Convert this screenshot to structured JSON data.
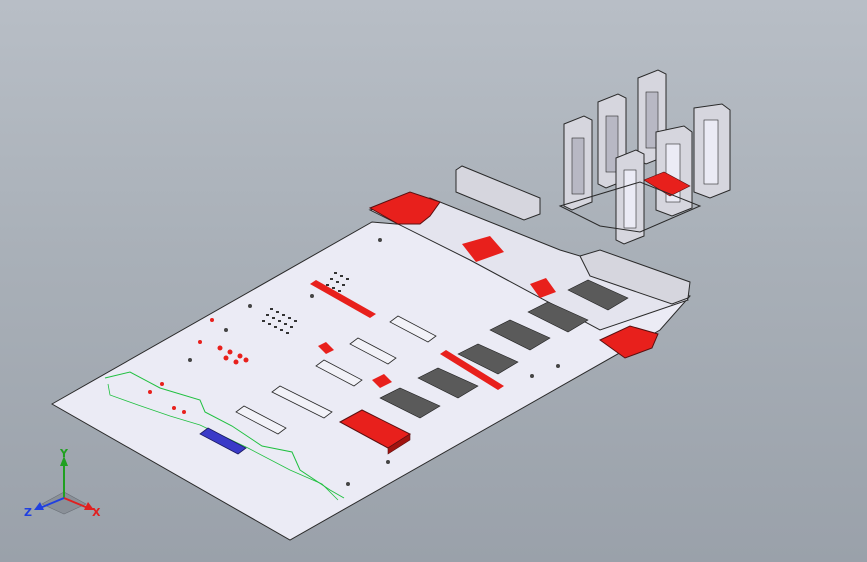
{
  "viewport": {
    "background_top": "#b8bec6",
    "background_bottom": "#9aa1aa"
  },
  "model": {
    "plate_color": "#ebebf5",
    "edge_color": "#2a2a2a",
    "highlight_color": "#e8201c",
    "trace_color": "#20c040",
    "slot_color": "#5a5a5a",
    "bracket_color": "#d6d6de"
  },
  "triad": {
    "y_label": "Y",
    "x_label": "X",
    "z_label": "Z",
    "y_color": "#20a020",
    "x_color": "#e02020",
    "z_color": "#2040e0"
  }
}
